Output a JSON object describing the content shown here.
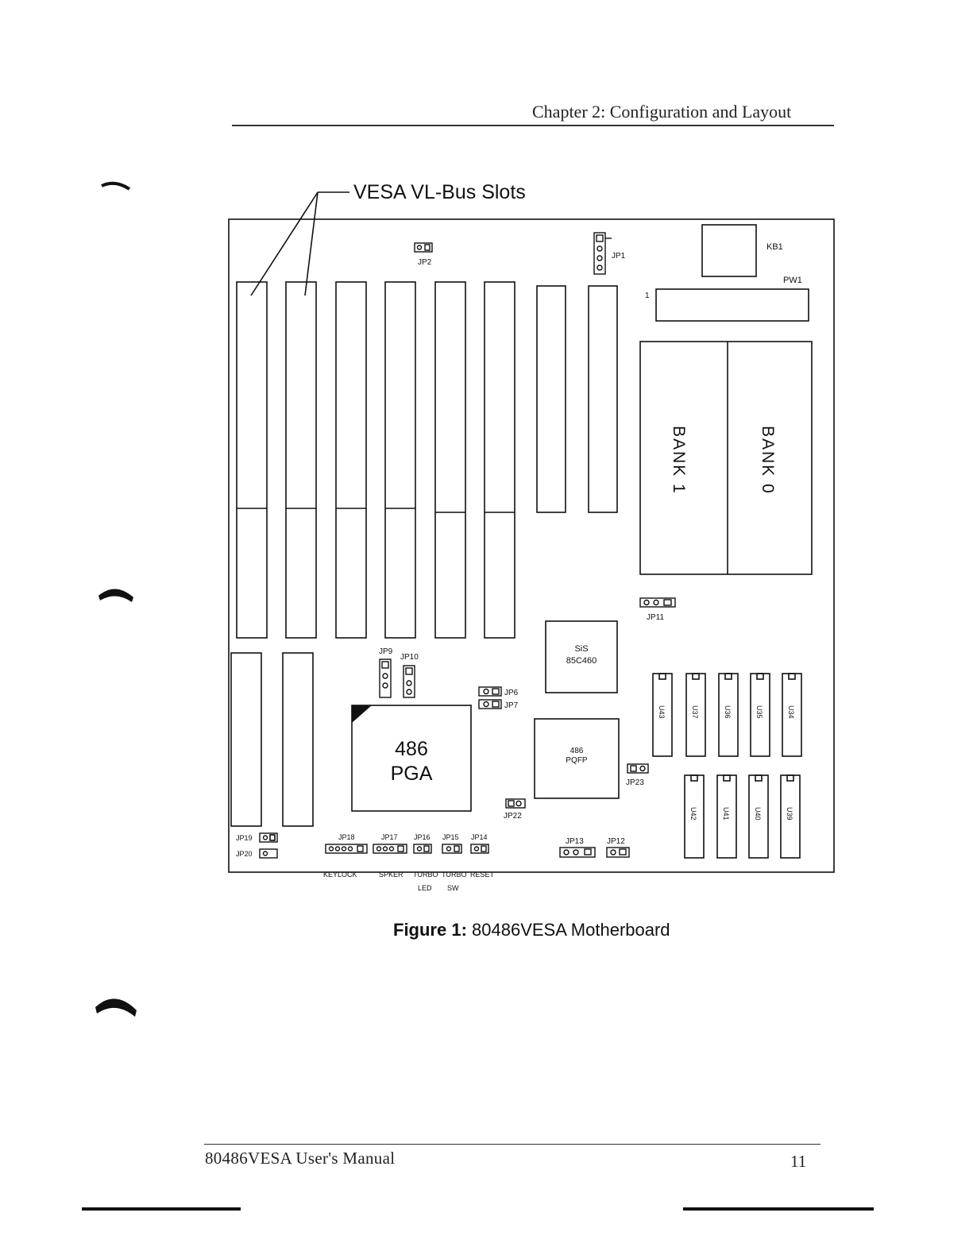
{
  "header": {
    "chapter": "Chapter 2: Configuration and Layout"
  },
  "callout": "VESA VL-Bus Slots",
  "board": {
    "banks": [
      "BANK 1",
      "BANK 0"
    ],
    "chips": {
      "sis_line1": "SiS",
      "sis_line2": "85C460",
      "cpu_pga_line1": "486",
      "cpu_pga_line2": "PGA",
      "cpu_pqfp_line1": "486",
      "cpu_pqfp_line2": "PQFP"
    },
    "connectors": {
      "kb": "KB1",
      "pw": "PW1",
      "pw_pin": "1"
    },
    "jumpers": [
      "JP1",
      "JP2",
      "JP6",
      "JP7",
      "JP9",
      "JP10",
      "JP11",
      "JP12",
      "JP13",
      "JP14",
      "JP15",
      "JP16",
      "JP17",
      "JP18",
      "JP19",
      "JP20",
      "JP22",
      "JP23"
    ],
    "rom_sockets": [
      "U43",
      "U37",
      "U36",
      "U35",
      "U34",
      "U42",
      "U41",
      "U40",
      "U39"
    ],
    "panel_labels": {
      "keylock": "KEYLOCK",
      "speaker": "SPKER",
      "turbo_led_1": "TURBO",
      "turbo_led_2": "LED",
      "turbo_sw_1": "TURBO",
      "turbo_sw_2": "SW",
      "reset": "RESET"
    }
  },
  "caption": {
    "label": "Figure 1:",
    "text": "80486VESA Motherboard"
  },
  "footer": {
    "title": "80486VESA User's Manual",
    "page": "11"
  }
}
